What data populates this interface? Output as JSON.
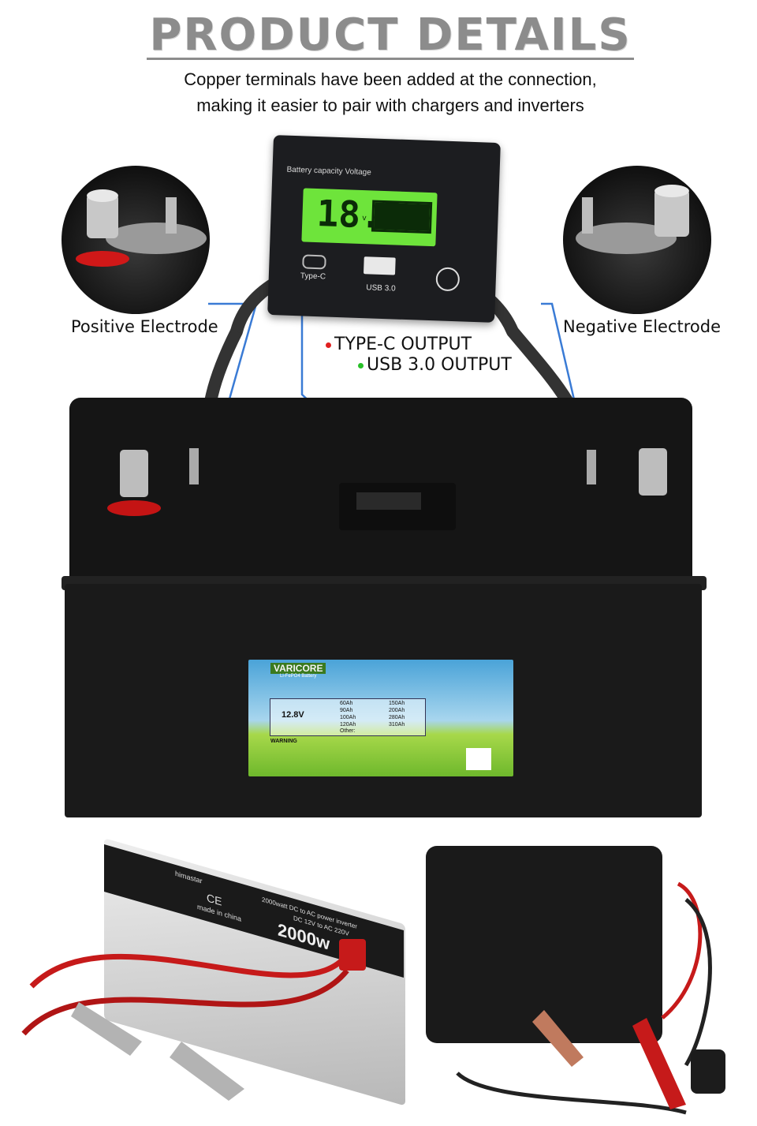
{
  "header": {
    "title": "PRODUCT DETAILS",
    "subtitle_line1": "Copper terminals have been added at the connection,",
    "subtitle_line2": "making it easier to pair with chargers and inverters"
  },
  "callouts": {
    "positive": "Positive Electrode",
    "negative": "Negative Electrode",
    "type_c_output": "TYPE-C OUTPUT",
    "usb_output": "USB 3.0 OUTPUT"
  },
  "meter": {
    "caption": "Battery capacity Voltage",
    "voltage": "18.2",
    "unit": "v",
    "type_c_label": "Type-C",
    "usb_label": "USB 3.0",
    "battery_bars_fraction": 1.0
  },
  "battery_label": {
    "brand": "VARICORE",
    "subtitle": "Li-FePO4 Battery",
    "voltage": "12.8V",
    "capacities": [
      "60Ah",
      "90Ah",
      "100Ah",
      "120Ah",
      "Other:",
      "150Ah",
      "200Ah",
      "280Ah",
      "310Ah"
    ],
    "warning": "WARNING"
  },
  "inverter": {
    "brand": "himastar",
    "rating": "2000w",
    "ce": "CE",
    "made_in": "made in china",
    "desc": "2000watt DC to AC power inverter",
    "desc2": "DC 12V to AC 220V"
  },
  "colors": {
    "callout_line": "#3a7bd5",
    "type_c_dot": "#e02020",
    "usb_dot": "#28c028",
    "lcd": "#6ee43b",
    "heading": "#8c8c8c"
  }
}
